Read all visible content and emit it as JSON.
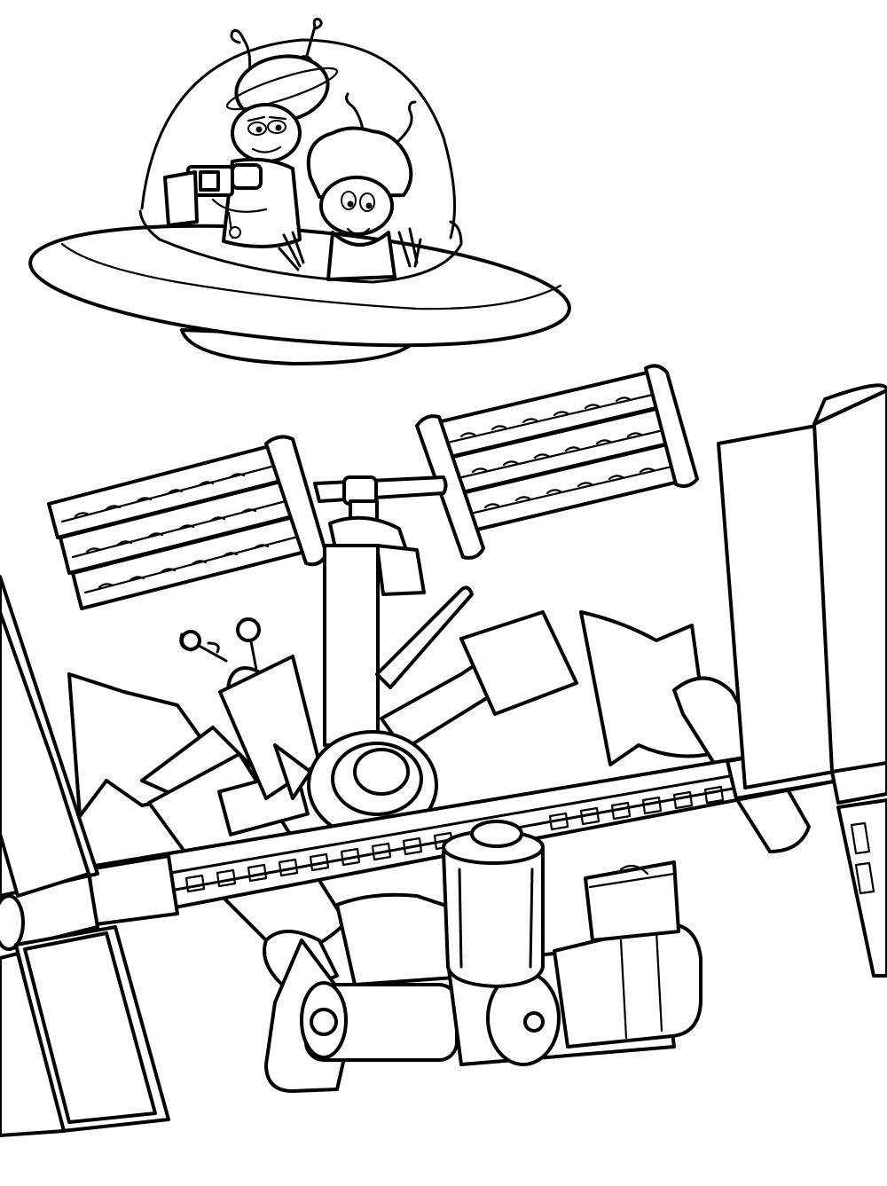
{
  "illustration": {
    "style": "black-and-white line art coloring page",
    "subjects": [
      "flying-saucer",
      "alien-pilot",
      "alien-passenger",
      "space-station"
    ],
    "colors": {
      "ink": "#000000",
      "paper": "#ffffff"
    }
  }
}
